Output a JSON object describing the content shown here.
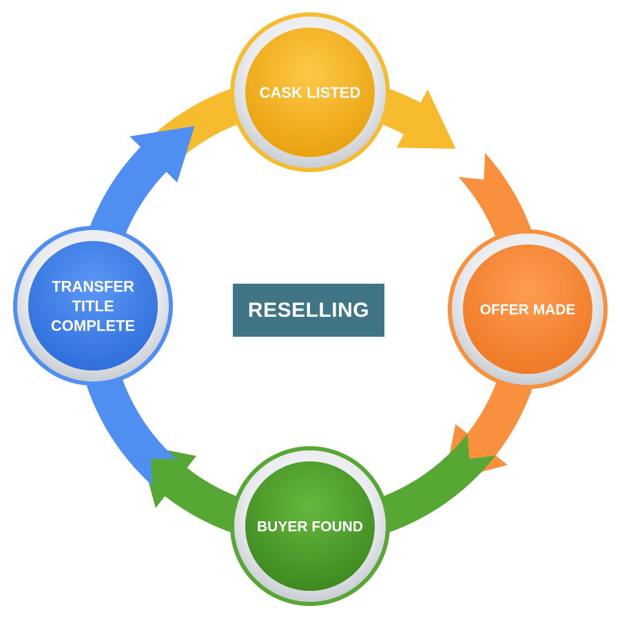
{
  "center_label": "RESELLING",
  "steps": [
    {
      "id": "cask-listed",
      "lines": [
        "CASK LISTED"
      ],
      "color": "#f5b421",
      "arrow_color": "#f7bb2e"
    },
    {
      "id": "offer-made",
      "lines": [
        "OFFER MADE"
      ],
      "color": "#f7893a",
      "arrow_color": "#f8903d"
    },
    {
      "id": "buyer-found",
      "lines": [
        "BUYER FOUND"
      ],
      "color": "#4e9e2d",
      "arrow_color": "#56a733"
    },
    {
      "id": "transfer-title-complete",
      "lines": [
        "TRANSFER",
        "TITLE",
        "COMPLETE"
      ],
      "color": "#3b80ea",
      "arrow_color": "#4f8ff2"
    }
  ],
  "colors": {
    "center_box": "#3f7585",
    "ring_silver": "#e3e6ea"
  }
}
